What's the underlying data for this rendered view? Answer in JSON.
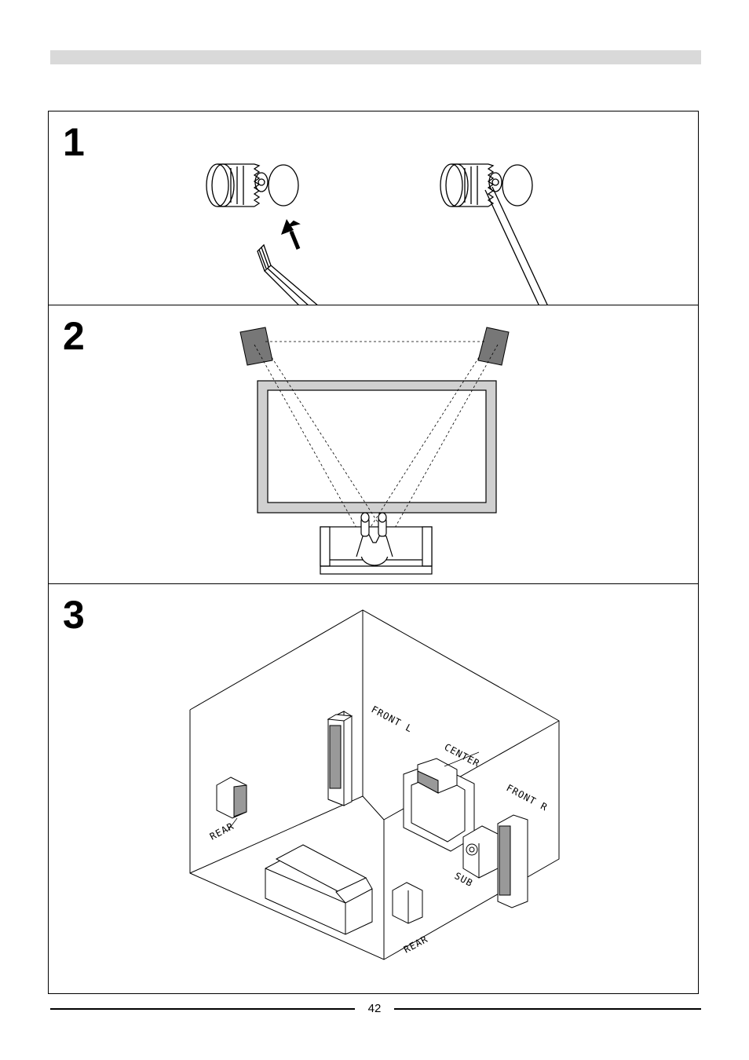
{
  "steps": [
    {
      "number": "1"
    },
    {
      "number": "2"
    },
    {
      "number": "3"
    }
  ],
  "room_labels": {
    "front_l": "FRONT L",
    "center": "CENTER",
    "front_r": "FRONT R",
    "rear_left": "REAR",
    "rear_right": "REAR",
    "sub": "SUB"
  },
  "footer": {
    "page_number": "42"
  }
}
